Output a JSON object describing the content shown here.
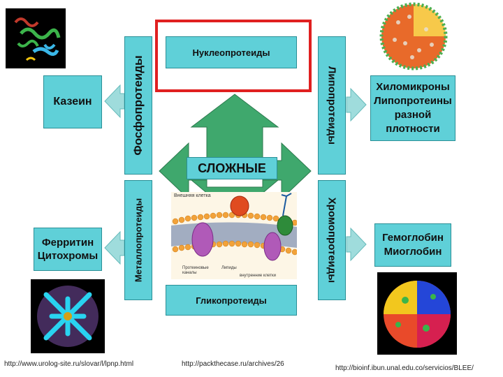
{
  "center_label": "СЛОЖНЫЕ",
  "boxes": {
    "nucleo": "Нуклеопротеиды",
    "glyco": "Гликопротеиды",
    "phospho": "Фосфопротеиды",
    "metallo": "Металлопротеиды",
    "lipo": "Липопротеиды",
    "chromo": "Хромопротеиды"
  },
  "examples": {
    "casein": "Казеин",
    "ferritin_line1": "Ферритин",
    "ferritin_line2": "Цитохромы",
    "chylo_line1": "Хиломикроны",
    "chylo_line2": "Липопротеины",
    "chylo_line3": "разной",
    "chylo_line4": "плотности",
    "hemo_line1": "Гемоглобин",
    "hemo_line2": "Миоглобин"
  },
  "membrane_labels": {
    "outside": "Внешняя клетка",
    "protein_channels": "Протеиновые каналы",
    "lipids": "Липиды",
    "inside": "внутренние клетки"
  },
  "sources": {
    "left": "http://www.urolog-site.ru/slovar/l/lpnp.html",
    "middle": "http://packthecase.ru/archives/26",
    "right": "http://bioinf.ibun.unal.edu.co/servicios/BLEE/"
  },
  "colors": {
    "box_fill": "#5fd0d8",
    "arrow_fill": "#3fa86d",
    "highlight": "#e02020"
  }
}
